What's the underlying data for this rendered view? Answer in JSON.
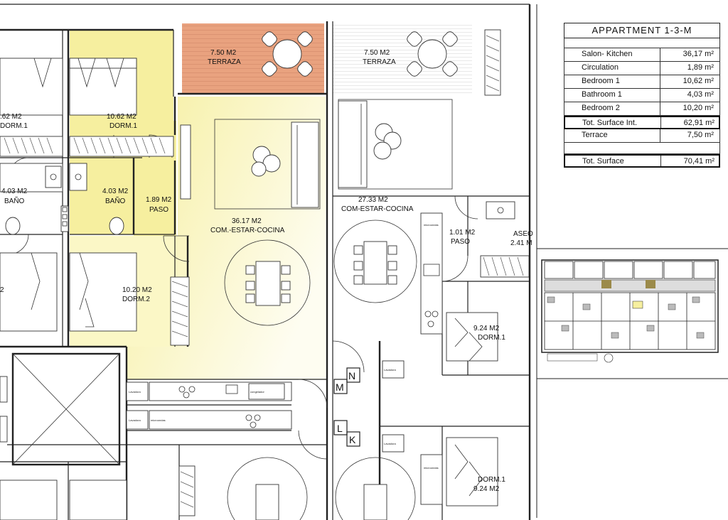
{
  "legend": {
    "title": "APPARTMENT 1-3-M",
    "rows": [
      {
        "label": "Salon- Kitchen",
        "value": "36,17 m²"
      },
      {
        "label": "Circulation",
        "value": "1,89 m²"
      },
      {
        "label": "Bedroom 1",
        "value": "10,62 m²"
      },
      {
        "label": "Bathroom 1",
        "value": "4,03 m²"
      },
      {
        "label": "Bedroom 2",
        "value": "10,20 m²"
      },
      {
        "label": "Tot. Surface Int.",
        "value": "62,91 m²"
      },
      {
        "label": "Terrace",
        "value": "7,50 m²"
      },
      {
        "label": "Tot. Surface",
        "value": "70,41 m²"
      }
    ]
  },
  "rooms": {
    "terraza_a": {
      "area": "7.50 M2",
      "name": "TERRAZA"
    },
    "terraza_b": {
      "area": "7.50 M2",
      "name": "TERRAZA"
    },
    "dorm_left": {
      "area": "10.62 M2",
      "name": "DORM.1"
    },
    "dorm_edge": {
      "area": ".62 M2",
      "name": "DORM.1"
    },
    "bano": {
      "area": "4.03 M2",
      "name": "BAÑO"
    },
    "bano_edge": {
      "area": "4.03 M2",
      "name": "BAÑO"
    },
    "paso": {
      "area": "1.89 M2",
      "name": "PASO"
    },
    "salon": {
      "area": "36.17 M2",
      "name": "COM.-ESTAR-COCINA"
    },
    "dorm2": {
      "area": "10.20 M2",
      "name": "DORM.2"
    },
    "dorm2_edge": {
      "area": "2"
    },
    "com_right": {
      "area": "27.33 M2",
      "name": "COM-ESTAR-COCINA"
    },
    "paso_right": {
      "area": "1.01 M2",
      "name": "PASO"
    },
    "aseo_right": {
      "area": "2.41 M",
      "name": "ASEO"
    },
    "dorm_right": {
      "area": "9.24 M2",
      "name": "DORM.1"
    },
    "dorm_right_b": {
      "name": "DORM.1",
      "area": "9.24 M2"
    }
  },
  "apt_letters": [
    "M",
    "N",
    "L",
    "K"
  ],
  "appliance_labels": [
    "Lavadora",
    "Lavadora",
    "microondas",
    "congelador",
    "Lavadora",
    "microondas",
    "Lavadora",
    "microondas"
  ],
  "colors": {
    "apt_fill": "#f6ef9f",
    "apt_fill_light": "#fbf7c6",
    "terrace_fill": "#e9a27f",
    "wall": "#222222"
  }
}
